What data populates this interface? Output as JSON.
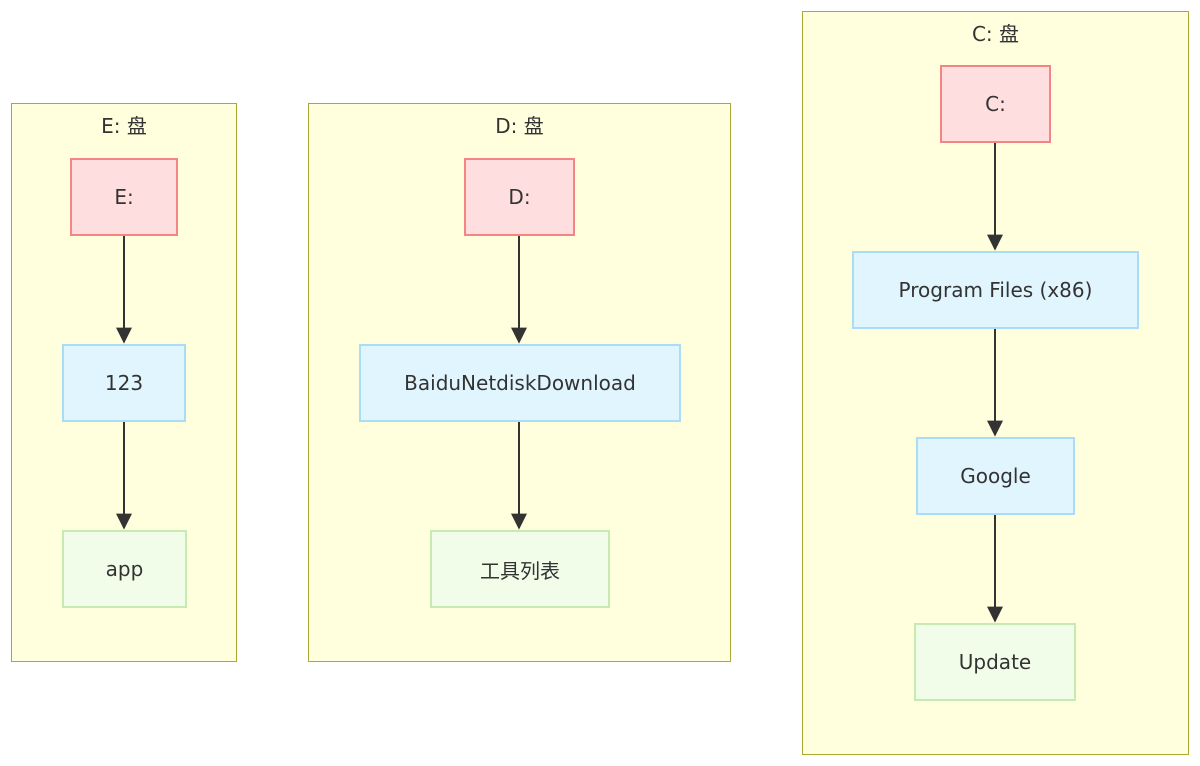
{
  "clusters": [
    {
      "title": "E: 盘",
      "nodes": [
        "E:",
        "123",
        "app"
      ]
    },
    {
      "title": "D: 盘",
      "nodes": [
        "D:",
        "BaiduNetdiskDownload",
        "工具列表"
      ]
    },
    {
      "title": "C: 盘",
      "nodes": [
        "C:",
        "Program Files (x86)",
        "Google",
        "Update"
      ]
    }
  ],
  "colors": {
    "cluster_fill": "#ffffde",
    "cluster_border": "#aaaa33",
    "root_fill": "#ffdee0",
    "root_border": "#f58585",
    "mid_fill": "#e1f5fe",
    "mid_border": "#a9dcf5",
    "leaf_fill": "#f1fde9",
    "leaf_border": "#c6ebb2",
    "edge": "#333333"
  }
}
